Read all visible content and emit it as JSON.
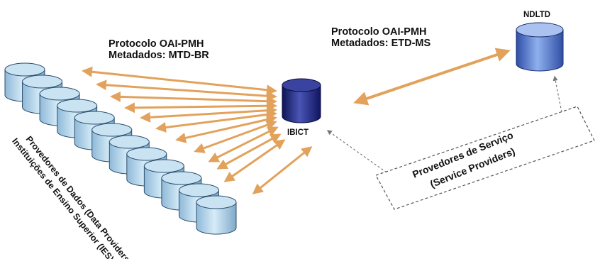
{
  "protocol_br": {
    "line1": "Protocolo OAI-PMH",
    "line2": "Metadados: MTD-BR"
  },
  "protocol_ms": {
    "line1": "Protocolo OAI-PMH",
    "line2": "Metadados: ETD-MS"
  },
  "nodes": {
    "ibict": "IBICT",
    "ndltd": "NDLTD"
  },
  "data_providers": {
    "line1": "Provedores de Dados (Data Providers",
    "line2": "Instituições de Ensino Superior (IES)",
    "count": 12
  },
  "service_providers": {
    "line1": "Provedores de Serviço",
    "line2": "(Service Providers)"
  },
  "colors": {
    "arrow": "#e2a25c",
    "ibict_dark": "#1c2370",
    "ndltd_blue": "#5878c8",
    "provider_light": "#a9cfe6"
  }
}
